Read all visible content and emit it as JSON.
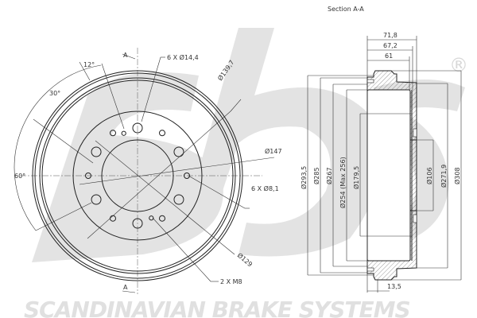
{
  "logo": {
    "text": "sbs",
    "registered_mark": "®",
    "brand_name": "SCANDINAVIAN BRAKE SYSTEMS",
    "watermark_color": "#e3e3e3"
  },
  "front_view": {
    "section_mark_top": "A",
    "section_mark_bottom": "A",
    "angle_12": "12°",
    "angle_30": "30°",
    "angle_60": "60°",
    "holes_large": "6 X Ø14,4",
    "pcd_large": "Ø139,7",
    "dia_147": "Ø147",
    "holes_small": "6 X Ø8,1",
    "dia_129": "Ø129",
    "threads": "2 X M8"
  },
  "section_view": {
    "title": "Section A-A",
    "depth_total": "71,8",
    "depth_mid": "67,2",
    "depth_inner": "61",
    "flange_width": "13,5",
    "dia_293_5": "Ø293,5",
    "dia_285": "Ø285",
    "dia_267": "Ø267",
    "dia_254": "Ø254  (Max 256)",
    "dia_179_5": "Ø179,5",
    "dia_106": "Ø106",
    "dia_271_9": "Ø271,9",
    "dia_308": "Ø308"
  }
}
